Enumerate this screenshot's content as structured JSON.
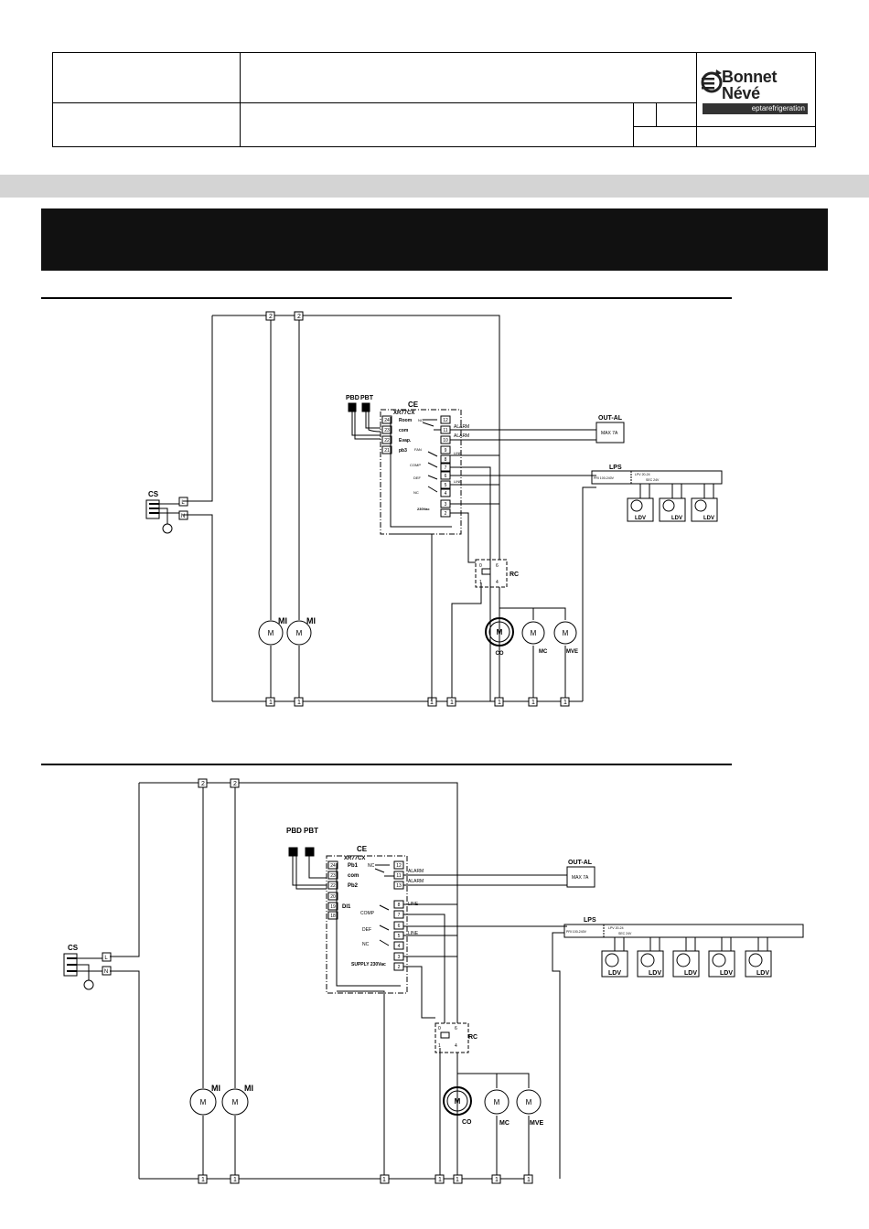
{
  "brand": {
    "name_line1": "Bonnet",
    "name_line2": "Névé",
    "tagline": "eptarefrigeration",
    "accent_color": "#333333"
  },
  "colors": {
    "band_gray": "#d4d4d4",
    "header_black": "#111111",
    "wire": "#000000"
  },
  "diagram1": {
    "cs_label": "CS",
    "l_label": "L",
    "n_label": "N",
    "top_terminals": [
      "2",
      "2"
    ],
    "bottom_terminals": [
      "1",
      "1",
      "1",
      "1",
      "1",
      "1",
      "1"
    ],
    "probe_labels": [
      "PBD",
      "PBT"
    ],
    "controller": {
      "label": "CE",
      "model": "XR77CX",
      "left_terminals": [
        "24",
        "23",
        "22",
        "21"
      ],
      "left_terminal_labels": [
        "Room",
        "com",
        "Evap.",
        "pb3"
      ],
      "right_terminals": [
        "12",
        "11",
        "10",
        "9",
        "8",
        "7",
        "6",
        "5",
        "4",
        "3",
        "2"
      ],
      "relay_labels": [
        "NC",
        "FAN",
        "COMP",
        "DEF",
        "NC"
      ],
      "supply_label": "230Vac"
    },
    "wire_labels": [
      "ALARM",
      "ALARM",
      "LINE",
      "LINE"
    ],
    "out_al": {
      "label": "OUT-AL",
      "rating": "MAX 7A"
    },
    "lps": {
      "label": "LPS",
      "primary": "PRI 100-240V",
      "model": "LPV 20-24",
      "secondary": "SEC 24V"
    },
    "ldv_labels": [
      "LDV",
      "LDV",
      "LDV"
    ],
    "rc": {
      "label": "RC",
      "pins_top": [
        "0",
        "6"
      ],
      "pins_bottom": [
        "1",
        "4"
      ]
    },
    "motor_symbol": "M",
    "motors": [
      "MI",
      "MI"
    ],
    "motor_labels": [
      "CO",
      "MC",
      "MVE"
    ]
  },
  "diagram2": {
    "cs_label": "CS",
    "l_label": "L",
    "n_label": "N",
    "top_terminals": [
      "2",
      "2"
    ],
    "bottom_terminals": [
      "1",
      "1",
      "1",
      "1",
      "1",
      "1",
      "1"
    ],
    "probe_labels": [
      "PBD",
      "PBT"
    ],
    "controller": {
      "label": "CE",
      "model": "XR77CX",
      "left_terminals": [
        "24",
        "23",
        "22",
        "20",
        "19",
        "18"
      ],
      "left_terminal_labels": [
        "Pb1",
        "com",
        "Pb2",
        "DI1"
      ],
      "right_terminals": [
        "12",
        "11",
        "13",
        "8",
        "7",
        "6",
        "5",
        "4",
        "3",
        "2"
      ],
      "relay_labels": [
        "NC",
        "COMP",
        "DEF",
        "NC"
      ],
      "supply_label": "SUPPLY 230Vac"
    },
    "wire_labels": [
      "ALARM",
      "ALARM",
      "LINE",
      "LINE"
    ],
    "out_al": {
      "label": "OUT-AL",
      "rating": "MAX 7A"
    },
    "lps": {
      "label": "LPS",
      "primary": "PRI 100-240V",
      "model": "LPV 20-24",
      "secondary": "SEC 24V"
    },
    "ldv_labels": [
      "LDV",
      "LDV",
      "LDV",
      "LDV",
      "LDV"
    ],
    "rc": {
      "label": "RC",
      "pins_top": [
        "0",
        "6"
      ],
      "pins_bottom": [
        "1",
        "4"
      ]
    },
    "motor_symbol": "M",
    "motors": [
      "MI",
      "MI"
    ],
    "motor_labels": [
      "CO",
      "MC",
      "MVE"
    ]
  }
}
